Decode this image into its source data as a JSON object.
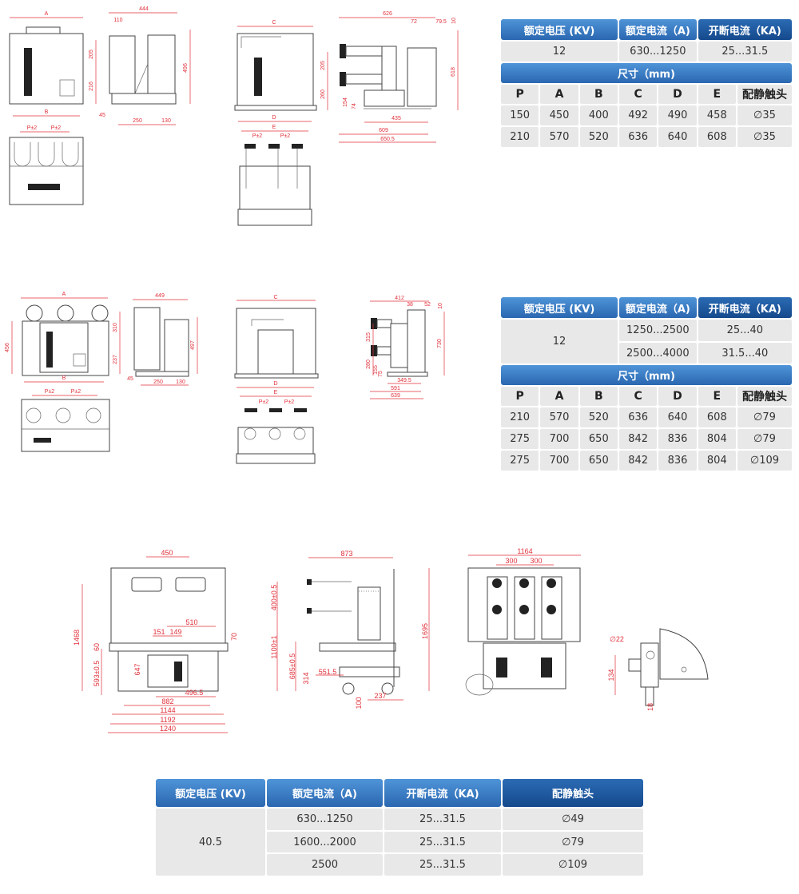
{
  "table1": {
    "headers": [
      "额定电压 (KV)",
      "额定电流（A)",
      "开断电流（KA)"
    ],
    "row": [
      "12",
      "630...1250",
      "25...31.5"
    ],
    "dim_title": "尺寸（mm)",
    "columns": [
      "P",
      "A",
      "B",
      "C",
      "D",
      "E",
      "配静触头"
    ],
    "rows": [
      [
        "150",
        "450",
        "400",
        "492",
        "490",
        "458",
        "∅35"
      ],
      [
        "210",
        "570",
        "520",
        "636",
        "640",
        "608",
        "∅35"
      ]
    ]
  },
  "table2": {
    "headers": [
      "额定电压 (KV)",
      "额定电流（A)",
      "开断电流（KA)"
    ],
    "voltage": "12",
    "rows_current": [
      [
        "1250...2500",
        "25...40"
      ],
      [
        "2500...4000",
        "31.5...40"
      ]
    ],
    "dim_title": "尺寸（mm)",
    "columns": [
      "P",
      "A",
      "B",
      "C",
      "D",
      "E",
      "配静触头"
    ],
    "rows": [
      [
        "210",
        "570",
        "520",
        "636",
        "640",
        "608",
        "∅79"
      ],
      [
        "275",
        "700",
        "650",
        "842",
        "836",
        "804",
        "∅79"
      ],
      [
        "275",
        "700",
        "650",
        "842",
        "836",
        "804",
        "∅109"
      ]
    ]
  },
  "table3": {
    "headers": [
      "额定电压 (KV)",
      "额定电流（A)",
      "开断电流（KA)",
      "配静触头"
    ],
    "voltage": "40.5",
    "rows": [
      [
        "630...1250",
        "25...31.5",
        "∅49"
      ],
      [
        "1600...2000",
        "25...31.5",
        "∅79"
      ],
      [
        "2500",
        "25...31.5",
        "∅109"
      ]
    ]
  },
  "drawing1": {
    "A": "A",
    "B": "B",
    "w444": "444",
    "d110": "110",
    "d205": "205",
    "d216": "216",
    "d496": "496",
    "d45": "45",
    "d250": "250",
    "d130": "130",
    "p1": "P±2",
    "p2": "P±2"
  },
  "drawing2": {
    "C": "C",
    "d626": "626",
    "d72": "72",
    "d79": "79.5",
    "d10": "10",
    "d205": "205",
    "d260": "260",
    "d154": "154",
    "d74": "74",
    "d618": "618",
    "d435": "435",
    "d609": "609",
    "d650": "650.5",
    "D": "D",
    "E": "E",
    "p1": "P±2",
    "p2": "P±2"
  },
  "drawing3": {
    "A": "A",
    "B": "B",
    "d456": "456",
    "d449": "449",
    "d310": "310",
    "d237": "237",
    "d497": "497",
    "d45": "45",
    "d250": "250",
    "d130": "130",
    "p1": "P±2",
    "p2": "P±2"
  },
  "drawing4": {
    "C": "C",
    "d412": "412",
    "d38": "38",
    "d52": "52",
    "d10": "10",
    "d315": "315",
    "d280": "280",
    "d155": "155",
    "d75": "75",
    "d730": "730",
    "d349": "349.5",
    "d591": "591",
    "d639": "639",
    "D": "D",
    "E": "E",
    "p1": "P±2",
    "p2": "P±2"
  },
  "drawing5": {
    "d450": "450",
    "d1468": "1468",
    "d510": "510",
    "d151": "151",
    "d149": "149",
    "d70": "70",
    "d60": "60",
    "d593": "593±0.5",
    "d647": "647",
    "d496": "496.5",
    "d882": "882",
    "d1144": "1144",
    "d1192": "1192",
    "d1240": "1240"
  },
  "drawing6": {
    "d873": "873",
    "d400": "400±0.5",
    "d1100": "1100±1",
    "d685": "685±0.5",
    "d314": "314",
    "d551": "551.5",
    "d100": "100",
    "d237": "237",
    "d1695": "1695"
  },
  "drawing7": {
    "d1164": "1164",
    "p1": "300",
    "p2": "300",
    "phi22": "∅22",
    "d134": "134",
    "d18": "18"
  }
}
